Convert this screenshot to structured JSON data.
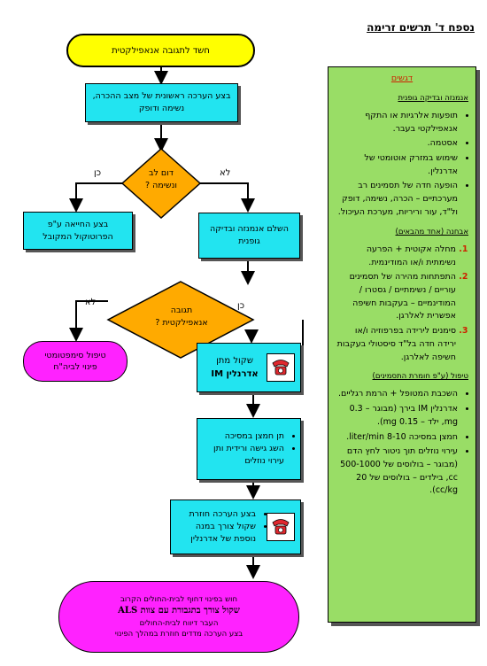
{
  "header": {
    "title": "נספח ד'   תרשים זרימה"
  },
  "flow": {
    "start": "חשד לתגובה אנאפילקטית",
    "initial_assessment": [
      "בצע הערכה ראשונית של מצב ההכרה,",
      "נשימה ודופק"
    ],
    "decision1": {
      "text": [
        "דום לב",
        "ונשימה ?"
      ],
      "yes": "כן",
      "no": "לא"
    },
    "cpr": [
      "בצע החייאה ע\"פ",
      "הפרוטוקול המקובל"
    ],
    "complete_assessment": [
      "השלם אנמנזה ובדיקה",
      "גופנית"
    ],
    "decision2": {
      "text": [
        "תגובה",
        "אנאפילקטית ?"
      ],
      "yes": "כן",
      "no": "לא"
    },
    "symptomatic": [
      "טיפול סימפטומטי",
      "פינוי לביה\"ח"
    ],
    "adrenaline": [
      "שקול מתן",
      "אדרנלין IM"
    ],
    "oxygen_iv": [
      "תן חמצן במסיכה",
      "השג גישה ורידית ותן",
      "עירוי נוזלים"
    ],
    "reassess": [
      "בצע הערכה חוזרת",
      "שקול צורך במנה",
      "נוספת של אדרנלין"
    ],
    "final": {
      "line1": "חוש בפינוי דחוף לבית-החולים הקרוב",
      "line2": "שקול צורך בתגבורת עם צוות ALS",
      "line3": "העבר דיווח לבית-החולים",
      "line4": "בצע הערכה מדדים חוזרת במהלך הפינוי"
    }
  },
  "sidebar": {
    "title": "דגשים",
    "section1_title": "אנמנזה ובדיקה גופנית",
    "section1_items": [
      "תופעות אלרגיות או התקף אנאפילקטי בעבר.",
      "אסטמה.",
      "שימוש במזרק אוטומטי של אדרנלין.",
      "הופעה חדה של תסמינים רב מערכתיים – הכרה, נשימה, דופק ול\"ד, עור וריריות, מערכת העיכול."
    ],
    "section2_title": "אבחנה (אחד מהבאים)",
    "section2_items": [
      "מחלה אקוטית + הפרעה נשימתית ו/או המודינמית.",
      "התפתחות מהירה של תסמינים עוריים / נשימתיים / גסטרו / המודינמיים – בעקבות חשיפה אפשרית לאלרגן.",
      "סימנים לירידה בפרפוזיה ו/או ירידה חדה בל\"ד סיסטולי בעקבות חשיפה לאלרגן."
    ],
    "section3_title": "טיפול (ע\"פ חומרת התסמינים)",
    "section3_items": [
      "השכבת המטופל + הרמת רגליים.",
      "אדרנלין IM בירך (מבוגר – 0.3 mg, ילד – 0.15 mg).",
      "חמצן במסיכה 8-10 liter/min.",
      "עירוי נוזלים תוך ניטור לחץ הדם (מבוגר – בולוסים של 500-1000 cc, בילדים – בולוסים של 20 cc/kg)."
    ]
  },
  "colors": {
    "start": "#ffff00",
    "box": "#22e4f0",
    "decision": "#ffaa00",
    "terminal": "#ff22ff",
    "sidebar": "#99dd66"
  }
}
